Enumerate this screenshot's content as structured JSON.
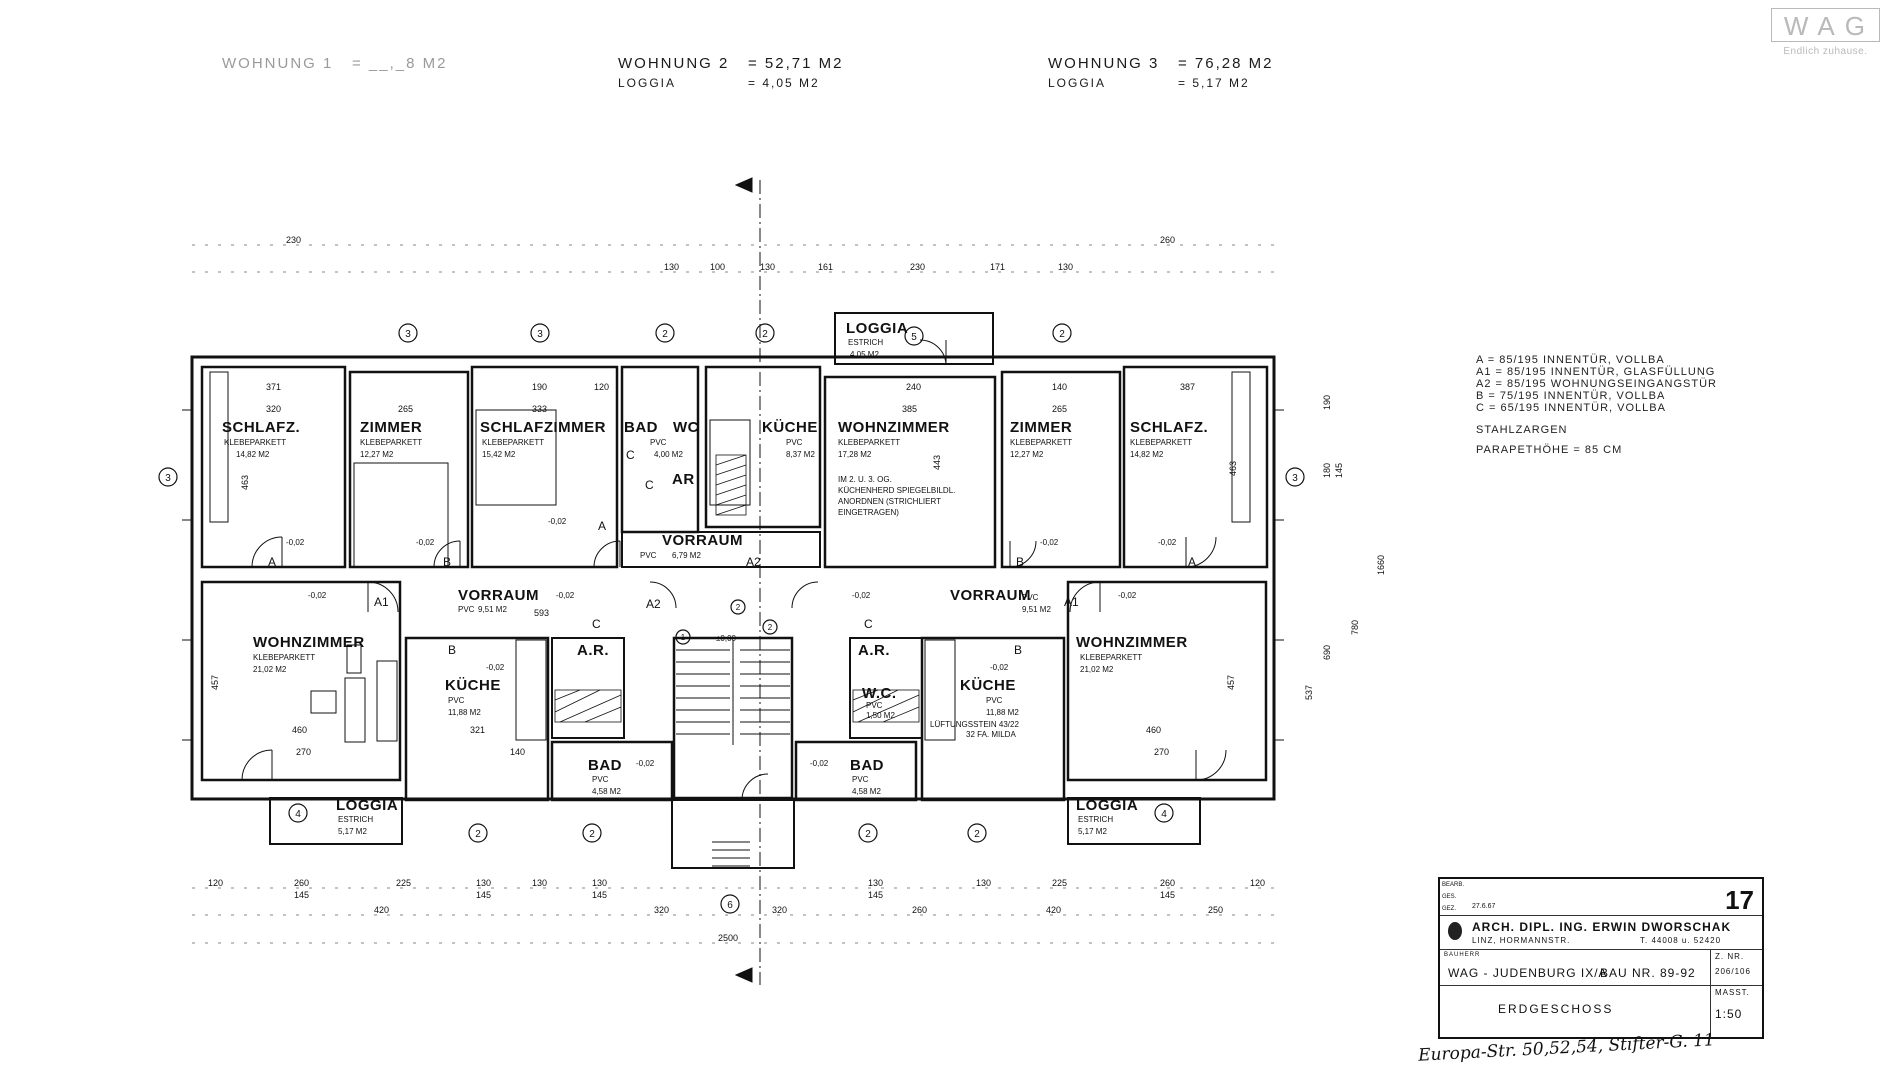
{
  "header": {
    "unit1": {
      "label": "WOHNUNG 1",
      "area": "=  __,_8 M2"
    },
    "unit2": {
      "label": "WOHNUNG 2",
      "area": "=  52,71 M2",
      "loggia_label": "LOGGIA",
      "loggia_area": "=      4,05 M2"
    },
    "unit3": {
      "label": "WOHNUNG  3",
      "area": "=  76,28  M2",
      "loggia_label": "LOGGIA",
      "loggia_area": "=      5,17  M2"
    }
  },
  "logo": {
    "brand": "WAG",
    "tagline": "Endlich zuhause."
  },
  "rooms": {
    "schlafz_left": {
      "name": "SCHLAFZ.",
      "floor": "KLEBEPARKETT",
      "area": "14,82 M2"
    },
    "zimmer_left": {
      "name": "ZIMMER",
      "floor": "KLEBEPARKETT",
      "area": "12,27 M2"
    },
    "schlafzimmer": {
      "name": "SCHLAFZIMMER",
      "floor": "KLEBEPARKETT",
      "area": "15,42 M2"
    },
    "bad_top": {
      "name": "BAD",
      "floor": "PVC",
      "area": "4,00 M2"
    },
    "wc_top": {
      "name": "WC"
    },
    "ar_top": {
      "name": "AR"
    },
    "kueche_top": {
      "name": "KÜCHE",
      "floor": "PVC",
      "area": "8,37 M2"
    },
    "vorraum_top": {
      "name": "VORRAUM",
      "floor": "PVC",
      "area": "6,79 M2"
    },
    "wohnzimmer_top": {
      "name": "WOHNZIMMER",
      "floor": "KLEBEPARKETT",
      "area": "17,28 M2",
      "note1": "IM 2. U. 3. OG.",
      "note2": "KÜCHENHERD SPIEGELBILDL.",
      "note3": "ANORDNEN (STRICHLIERT",
      "note4": "EINGETRAGEN)"
    },
    "zimmer_right": {
      "name": "ZIMMER",
      "floor": "KLEBEPARKETT",
      "area": "12,27 M2"
    },
    "schlafz_right": {
      "name": "SCHLAFZ.",
      "floor": "KLEBEPARKETT",
      "area": "14,82 M2"
    },
    "wohnzimmer_left": {
      "name": "WOHNZIMMER",
      "floor": "KLEBEPARKETT",
      "area": "21,02 M2"
    },
    "vorraum_left": {
      "name": "VORRAUM",
      "floor": "PVC",
      "area": "9,51 M2"
    },
    "kueche_left": {
      "name": "KÜCHE",
      "floor": "PVC",
      "area": "11,88 M2"
    },
    "ar_left": {
      "name": "A.R."
    },
    "bad_left": {
      "name": "BAD",
      "floor": "PVC",
      "area": "4,58 M2"
    },
    "bad_right": {
      "name": "BAD",
      "floor": "PVC",
      "area": "4,58 M2"
    },
    "ar_right": {
      "name": "A.R."
    },
    "wc_right": {
      "name": "W.C.",
      "floor": "PVC",
      "area": "1,50 M2"
    },
    "kueche_right": {
      "name": "KÜCHE",
      "floor": "PVC",
      "area": "11,88 M2",
      "note1": "LÜFTUNGSSTEIN 43/22",
      "note2": "32 FA. MILDA"
    },
    "vorraum_right": {
      "name": "VORRAUM",
      "floor": "PVC",
      "area": "9,51 M2"
    },
    "wohnzimmer_right": {
      "name": "WOHNZIMMER",
      "floor": "KLEBEPARKETT",
      "area": "21,02 M2"
    },
    "loggia_top": {
      "name": "LOGGIA",
      "floor": "ESTRICH",
      "area": "4,05 M2"
    },
    "loggia_left": {
      "name": "LOGGIA",
      "floor": "ESTRICH",
      "area": "5,17 M2"
    },
    "loggia_right": {
      "name": "LOGGIA",
      "floor": "ESTRICH",
      "area": "5,17 M2"
    }
  },
  "stair": {
    "level": "±0,00"
  },
  "door_codes": {
    "a": "A",
    "a1": "A1",
    "a2": "A2",
    "b": "B",
    "c": "C"
  },
  "levels": {
    "minus002": "-0,02"
  },
  "grid_markers": [
    "1",
    "2",
    "3",
    "4",
    "5",
    "6"
  ],
  "dimensions": {
    "top": [
      "230",
      "130",
      "100",
      "130",
      "161",
      "230",
      "171",
      "130",
      "260"
    ],
    "bottom1": [
      "120",
      "260",
      "225",
      "130",
      "130",
      "130",
      "130",
      "130",
      "225",
      "260",
      "120"
    ],
    "bottom1_sub": [
      "145",
      "145",
      "145",
      "145",
      "145"
    ],
    "bottom2": [
      "420",
      "320",
      "320",
      "260",
      "420",
      "250"
    ],
    "bottom_total": "2500",
    "side_right": [
      "190",
      "180",
      "145",
      "1660",
      "780",
      "690",
      "537"
    ],
    "room_widths": [
      "371",
      "320",
      "265",
      "190",
      "333",
      "120",
      "385",
      "240",
      "140",
      "265",
      "387",
      "460",
      "270",
      "593",
      "321",
      "140",
      "460",
      "270"
    ],
    "room_depths": [
      "463",
      "457",
      "443"
    ]
  },
  "legend": {
    "line1": "A = 85/195   INNENTÜR, VOLLBA",
    "line2": "A1 = 85/195   INNENTÜR, GLASFÜLLUNG",
    "line3": "A2 = 85/195   WOHNUNGSEINGANGSTÜR",
    "line4": "B = 75/195   INNENTÜR, VOLLBA",
    "line5": "C = 65/195   INNENTÜR, VOLLBA",
    "line6": "STAHLZARGEN",
    "line7": "PARAPETHÖHE = 85 CM"
  },
  "title_block": {
    "sheet_number": "17",
    "row_labels": [
      "BEARB.",
      "GES.",
      "GEZ."
    ],
    "date": "27.6.67",
    "architect": "ARCH. DIPL. ING. ERWIN DWORSCHAK",
    "address": "LINZ, HORMANNSTR.",
    "phone": "T. 44008 u. 52420",
    "client_label": "BAUHERR",
    "project": "WAG - JUDENBURG IX/A",
    "bau_nr": "BAU NR. 89-92",
    "zeichnung_label": "Z. NR.",
    "zeichnung": "206/106",
    "plan": "ERDGESCHOSS",
    "scale_label": "MASST.",
    "scale": "1:50"
  },
  "handwritten_note": "Europa-Str. 50,52,54, Stifter-G. 11"
}
